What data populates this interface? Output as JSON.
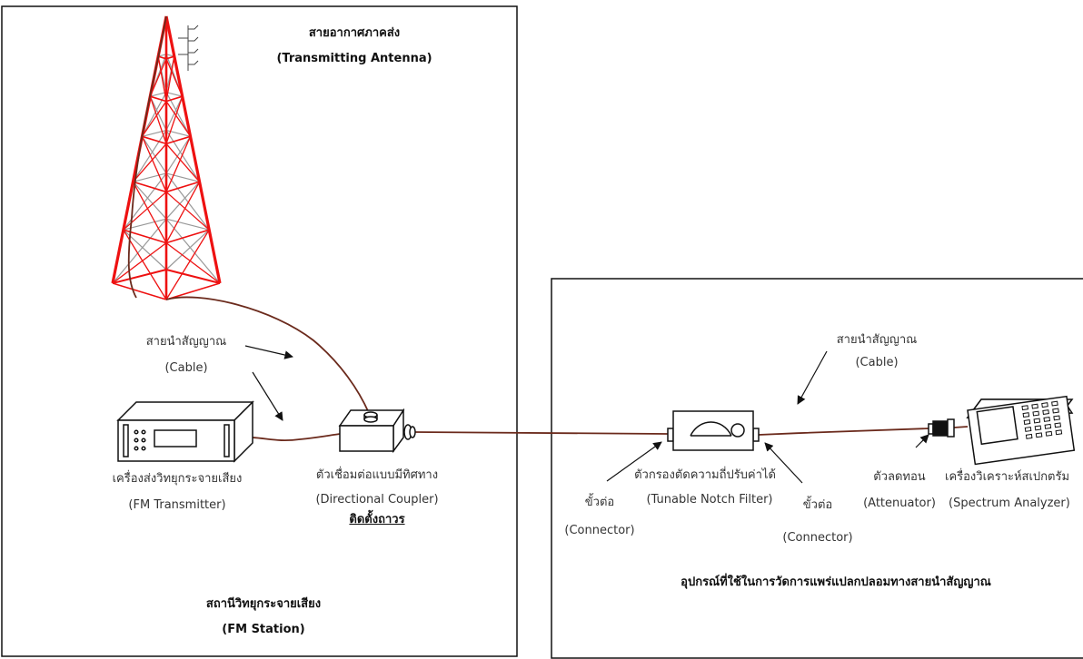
{
  "colors": {
    "tower": "#ee1111",
    "tower_inner": "#999999",
    "cable": "#6b2a1c",
    "box": "#111111"
  },
  "station": {
    "antenna_th": "สายอากาศภาคส่ง",
    "antenna_en": "(Transmitting Antenna)",
    "cable_th": "สายนำสัญญาณ",
    "cable_en": "(Cable)",
    "transmitter_th": "เครื่องส่งวิทยุกระจายเสียง",
    "transmitter_en": "(FM Transmitter)",
    "coupler_th": "ตัวเชื่อมต่อแบบมีทิศทาง",
    "coupler_en": "(Directional Coupler)",
    "coupler_note": "ติดตั้งถาวร",
    "station_th": "สถานีวิทยุกระจายเสียง",
    "station_en": "(FM Station)"
  },
  "measurement": {
    "cable_th": "สายนำสัญญาณ",
    "cable_en": "(Cable)",
    "connector_left_th": "ขั้วต่อ",
    "connector_left_en": "(Connector)",
    "filter_th": "ตัวกรองตัดความถี่ปรับค่าได้",
    "filter_en": "(Tunable Notch Filter)",
    "connector_right_th": "ขั้วต่อ",
    "connector_right_en": "(Connector)",
    "attenuator_th": "ตัวลดทอน",
    "attenuator_en": "(Attenuator)",
    "analyzer_th": "เครื่องวิเคราะห์สเปกตรัม",
    "analyzer_en": "(Spectrum Analyzer)",
    "caption": "อุปกรณ์ที่ใช้ในการวัดการแพร่แปลกปลอมทางสายนำสัญญาณ"
  }
}
